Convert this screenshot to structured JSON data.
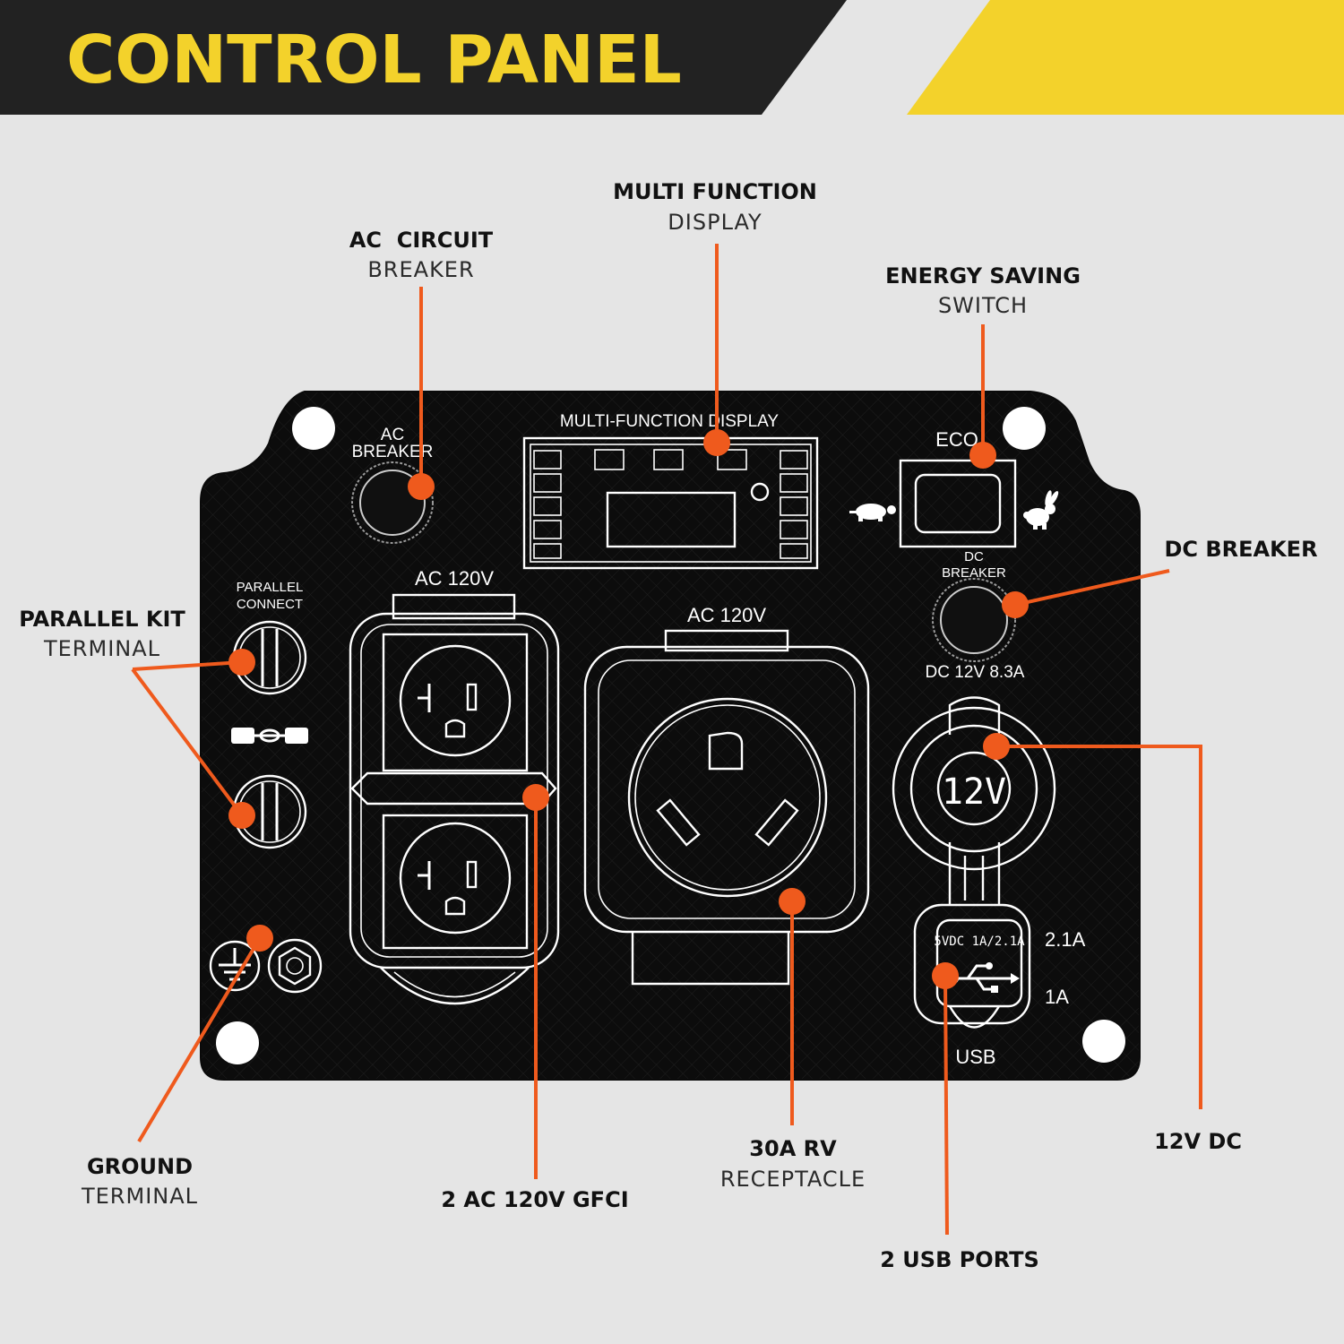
{
  "header": {
    "title": "CONTROL PANEL",
    "colors": {
      "dark": "#222222",
      "accent": "#f3d22b",
      "leader": "#ef5a1d"
    }
  },
  "callouts": {
    "ac_circuit_breaker": {
      "bold": "AC  CIRCUIT",
      "light": "BREAKER"
    },
    "multi_function_display": {
      "bold": "MULTI FUNCTION",
      "light": "DISPLAY"
    },
    "energy_saving_switch": {
      "bold": "ENERGY SAVING",
      "light": "SWITCH"
    },
    "dc_breaker": {
      "bold": "DC BREAKER"
    },
    "parallel_kit_terminal": {
      "bold": "PARALLEL KIT",
      "light": "TERMINAL"
    },
    "ground_terminal": {
      "bold": "GROUND",
      "light": "TERMINAL"
    },
    "gfci": {
      "bold": "2 AC 120V GFCI"
    },
    "rv_receptacle": {
      "bold": "30A RV",
      "light": "RECEPTACLE"
    },
    "usb_ports": {
      "bold": "2 USB PORTS"
    },
    "dc_12v": {
      "bold": "12V DC"
    }
  },
  "panel": {
    "ac_breaker_label": [
      "AC",
      "BREAKER"
    ],
    "display_label": "MULTI-FUNCTION DISPLAY",
    "eco_label": "ECO",
    "dc_breaker_label": [
      "DC",
      "BREAKER"
    ],
    "parallel_label": [
      "PARALLEL",
      "CONNECT"
    ],
    "ac_120v_left": "AC 120V",
    "ac_120v_right": "AC 120V",
    "dc_rating": "DC 12V 8.3A",
    "socket_12v": "12V",
    "usb_rating": "5VDC 1A/2.1A",
    "usb_2a": "2.1A",
    "usb_1a": "1A",
    "usb_label": "USB"
  },
  "icons": [
    "turtle-icon",
    "rabbit-icon",
    "ground-symbol-icon",
    "usb-symbol-icon",
    "parallel-link-icon"
  ]
}
